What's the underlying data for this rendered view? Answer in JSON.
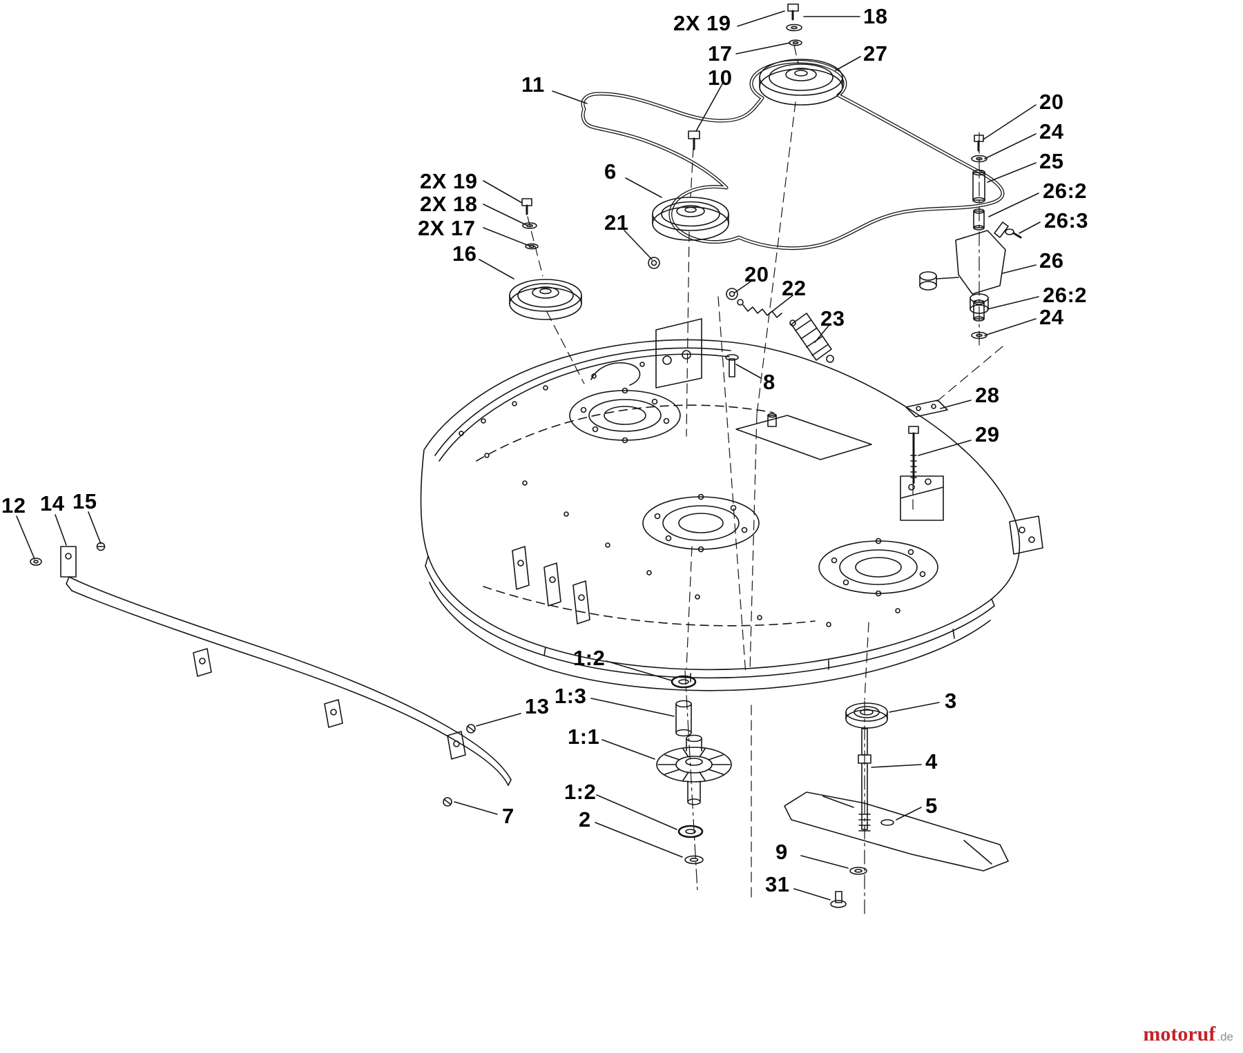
{
  "callouts": {
    "top_2x19": "2X 19",
    "n18": "18",
    "n17": "17",
    "n27": "27",
    "n10": "10",
    "n11": "11",
    "right_20": "20",
    "right_24a": "24",
    "n25": "25",
    "n26_2a": "26:2",
    "n26_3": "26:3",
    "n26": "26",
    "n26_2b": "26:2",
    "right_24b": "24",
    "n6": "6",
    "left_2x19": "2X 19",
    "left_2x18": "2X 18",
    "left_2x17": "2X 17",
    "n16": "16",
    "n21": "21",
    "mid_20": "20",
    "n22": "22",
    "n23": "23",
    "n8": "8",
    "n28": "28",
    "n29": "29",
    "n12": "12",
    "n14": "14",
    "n15": "15",
    "n13": "13",
    "n7": "7",
    "spindle_12a": "1:2",
    "spindle_13": "1:3",
    "spindle_11": "1:1",
    "spindle_12b": "1:2",
    "n2": "2",
    "n9": "9",
    "n31": "31",
    "n3": "3",
    "n4": "4",
    "n5": "5"
  },
  "watermark": {
    "brand": "motoruf",
    "suffix": ".de"
  }
}
